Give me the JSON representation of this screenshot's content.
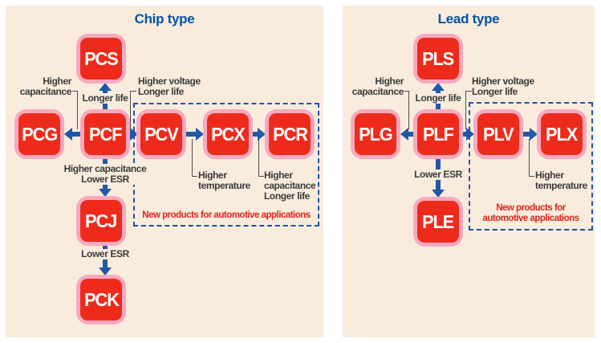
{
  "colors": {
    "panel_bg": "#F9ECDD",
    "box_pink": "#F8A9C0",
    "box_red": "#EE2B1B",
    "box_text": "#FFFFFF",
    "arrow_blue": "#2058A8",
    "dash_blue": "#1D55A8",
    "title_blue": "#0054A6",
    "label_text": "#3B3B3B",
    "note_red": "#D9251D"
  },
  "panels": [
    {
      "title": "Chip type",
      "boxes": {
        "pcs": "PCS",
        "pcg": "PCG",
        "pcf": "PCF",
        "pcv": "PCV",
        "pcx": "PCX",
        "pcr": "PCR",
        "pcj": "PCJ",
        "pck": "PCK"
      },
      "labels": {
        "higher_capacitance": [
          "Higher",
          "capacitance"
        ],
        "longer_life": "Longer life",
        "higher_voltage_longer_life": [
          "Higher voltage",
          "Longer life"
        ],
        "higher_capacitance_lower_esr": [
          "Higher capacitance",
          "Lower ESR"
        ],
        "lower_esr": "Lower ESR",
        "higher_temperature": [
          "Higher",
          "temperature"
        ],
        "higher_capacitance_longer_life": [
          "Higher",
          "capacitance",
          "Longer life"
        ]
      },
      "note": [
        "New products for automotive applications"
      ]
    },
    {
      "title": "Lead type",
      "boxes": {
        "pls": "PLS",
        "plg": "PLG",
        "plf": "PLF",
        "plv": "PLV",
        "plx": "PLX",
        "ple": "PLE"
      },
      "labels": {
        "higher_capacitance": [
          "Higher",
          "capacitance"
        ],
        "longer_life": "Longer life",
        "higher_voltage_longer_life": [
          "Higher voltage",
          "Longer life"
        ],
        "lower_esr": "Lower ESR",
        "higher_temperature": [
          "Higher",
          "temperature"
        ]
      },
      "note": [
        "New products for",
        "automotive applications"
      ]
    }
  ]
}
